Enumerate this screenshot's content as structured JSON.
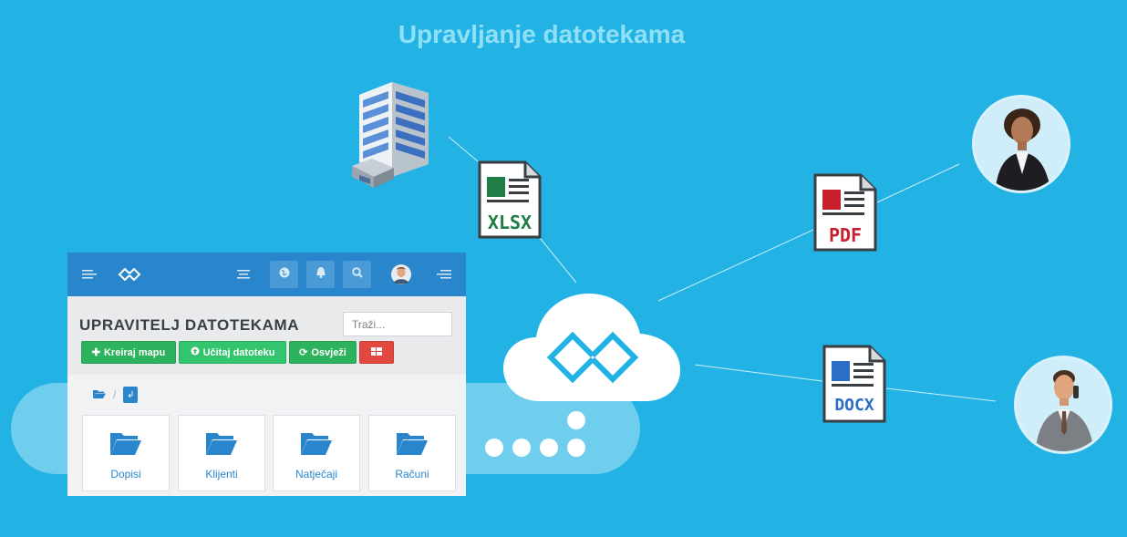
{
  "page_title": "Upravljanje datotekama",
  "colors": {
    "background": "#22b2e4",
    "accent": "#2a86cc",
    "green": "#2db35d",
    "red": "#e24840",
    "xlsx": "#1e7e45",
    "pdf": "#c8202f",
    "docx": "#2a6ec5"
  },
  "documents": {
    "xlsx": "XLSX",
    "pdf": "PDF",
    "docx": "DOCX"
  },
  "app": {
    "title": "UPRAVITELJ DATOTEKAMA",
    "search_placeholder": "Traži...",
    "buttons": {
      "create_folder": "Kreiraj mapu",
      "upload_file": "Učitaj datoteku",
      "refresh": "Osvježi"
    },
    "folders": [
      {
        "label": "Dopisi"
      },
      {
        "label": "Klijenti"
      },
      {
        "label": "Natječaji"
      },
      {
        "label": "Računi"
      }
    ]
  }
}
